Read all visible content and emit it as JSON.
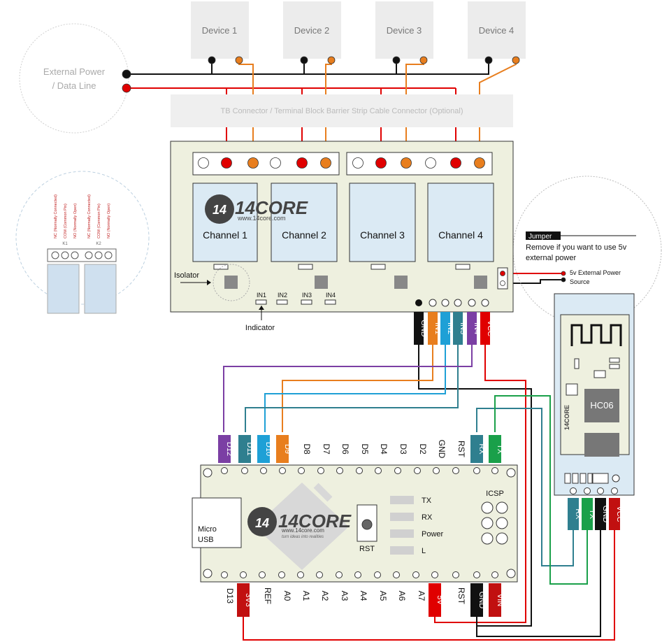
{
  "devices": [
    "Device 1",
    "Device 2",
    "Device 3",
    "Device 4"
  ],
  "external_power": {
    "line1": "External Power",
    "line2": "/ Data Line"
  },
  "tb_connector_label": "TB Connector / Terminal Block Barrier Strip Cable Connector (Optional)",
  "relay_board": {
    "channels": [
      "Channel 1",
      "Channel 2",
      "Channel 3",
      "Channel 4"
    ],
    "isolator_label": "Isolator",
    "indicator_label": "Indicator",
    "inputs": [
      "IN1",
      "IN2",
      "IN3",
      "IN4"
    ],
    "header_pins": [
      "GND",
      "IN1",
      "IN2",
      "IN3",
      "IN4",
      "VCC"
    ]
  },
  "logo": {
    "brand": "14CORE",
    "url": "www.14core.com",
    "tagline": "turn ideas into realities"
  },
  "relay_detail": {
    "terminal_labels": [
      "NC (Normally Connected)",
      "COM (Common Pin)",
      "NO (Normally Open)",
      "NC (Normally Connected)",
      "COM (Common Pin)",
      "NO (Normally Open)"
    ],
    "relay_ids": [
      "K1",
      "K2"
    ]
  },
  "jumper": {
    "title": "Jumper",
    "desc_line1": "Remove if you want to use 5v",
    "desc_line2": "external power",
    "power_line1": "5v External Power",
    "power_line2": "Source"
  },
  "hc06": {
    "label": "HC06",
    "pins": [
      "RX",
      "TX",
      "GND",
      "VCC"
    ]
  },
  "arduino": {
    "top_pins": [
      "D12",
      "D11",
      "D10",
      "D9",
      "D8",
      "D7",
      "D6",
      "D5",
      "D4",
      "D3",
      "D2",
      "GND",
      "RST",
      "RX",
      "TX"
    ],
    "bottom_pins": [
      "D13",
      "3V3",
      "REF",
      "A0",
      "A1",
      "A2",
      "A3",
      "A4",
      "A5",
      "A6",
      "A7",
      "5V",
      "RST",
      "GND",
      "VIN"
    ],
    "usb_line1": "Micro",
    "usb_line2": "USB",
    "reset_label": "RST",
    "leds": [
      "TX",
      "RX",
      "Power",
      "L"
    ],
    "icsp_label": "ICSP"
  },
  "colors": {
    "black": "#111111",
    "red": "#e00000",
    "orange": "#e87e1e",
    "purple": "#7b3fa4",
    "teal": "#2f7f8f",
    "blue": "#1ea0d6",
    "green": "#1aa04a",
    "board": "#eef0df",
    "relay_fill": "#dbeaf4"
  }
}
